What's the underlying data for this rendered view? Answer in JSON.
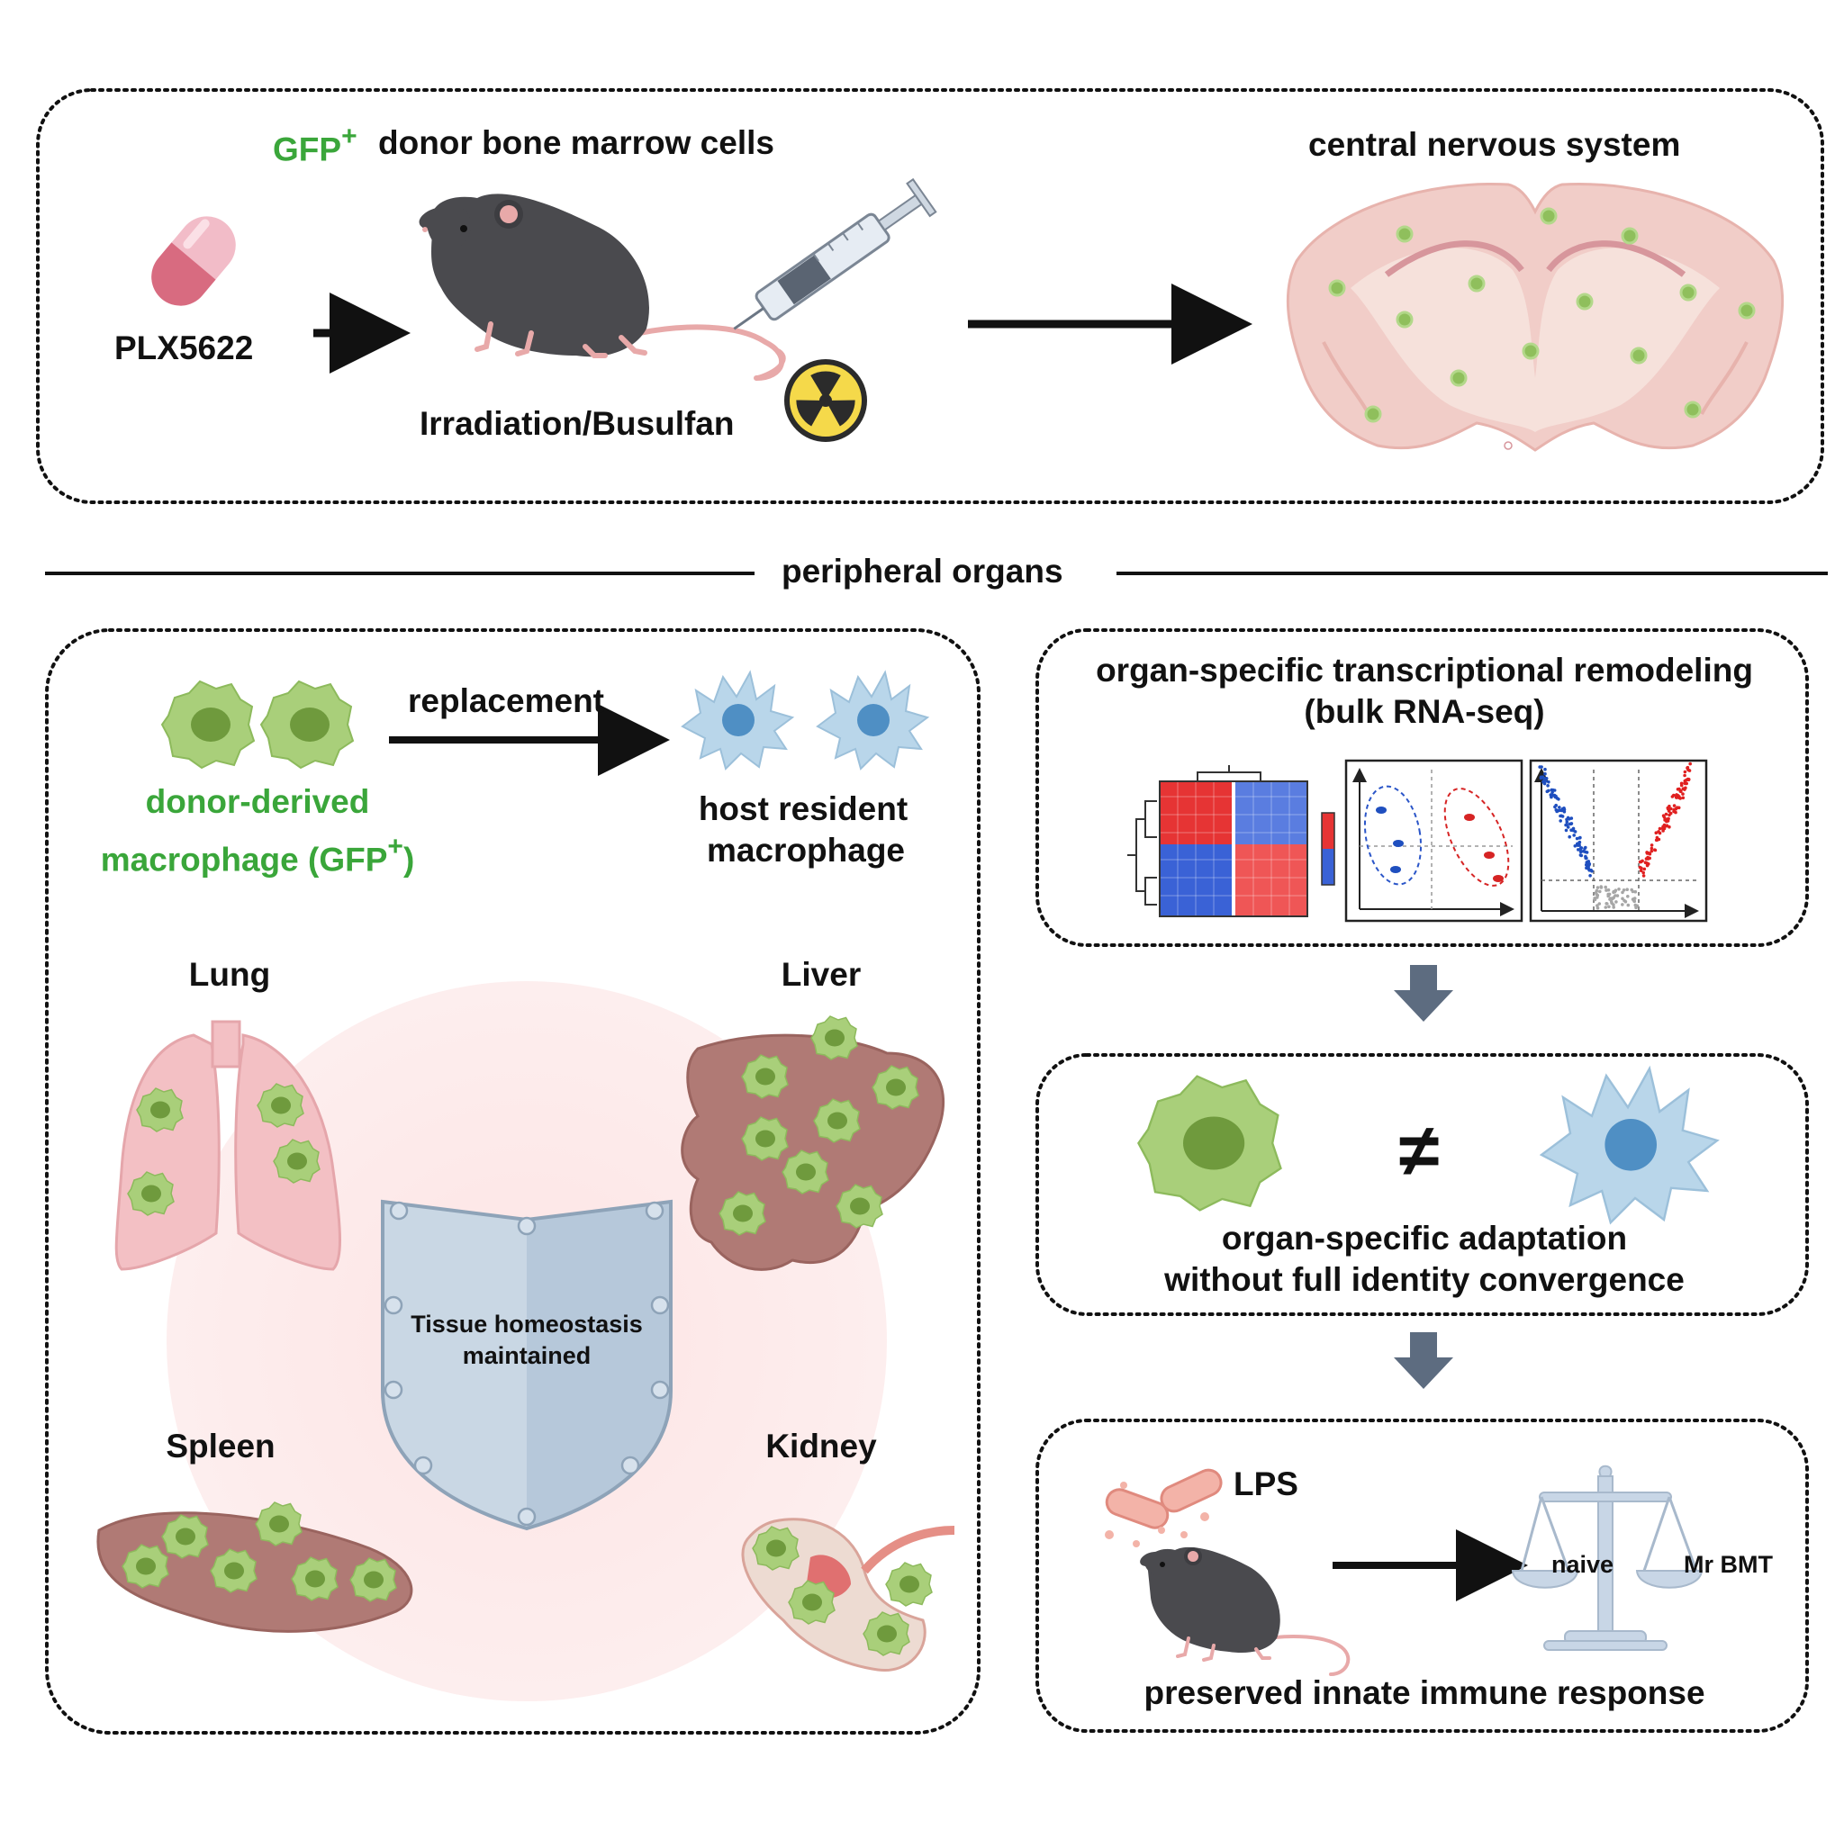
{
  "top": {
    "gfp_label": "GFP",
    "gfp_sup": "+",
    "donor_label": "donor bone marrow cells",
    "drug_label": "PLX5622",
    "conditioning_label": "Irradiation/Busulfan",
    "cns_label": "central nervous system"
  },
  "divider": {
    "label": "peripheral organs"
  },
  "left_panel": {
    "replacement_label": "replacement",
    "donor_line1": "donor-derived",
    "donor_line2": "macrophage (GFP",
    "donor_sup": "+",
    "donor_close": ")",
    "host_line1": "host resident",
    "host_line2": "macrophage",
    "organs": {
      "lung": "Lung",
      "liver": "Liver",
      "spleen": "Spleen",
      "kidney": "Kidney"
    },
    "shield_line1": "Tissue homeostasis",
    "shield_line2": "maintained"
  },
  "right_panel": {
    "rna_line1": "organ-specific transcriptional remodeling",
    "rna_line2": "(bulk RNA-seq)",
    "not_equal": "≠",
    "adapt_line1": "organ-specific adaptation",
    "adapt_line2": "without full identity convergence",
    "lps_label": "LPS",
    "naive_label": "naive",
    "mr_label": "Mr BMT",
    "response_label": "preserved innate immune response"
  },
  "colors": {
    "donor_green": "#3aa63a",
    "gfp_cell": "#a9cf7a",
    "host_cell": "#b9d6ea",
    "arrow_dark": "#111111",
    "flow_arrow": "#5d6c80",
    "up_red": "#e02020",
    "down_blue": "#1f4fbf"
  }
}
